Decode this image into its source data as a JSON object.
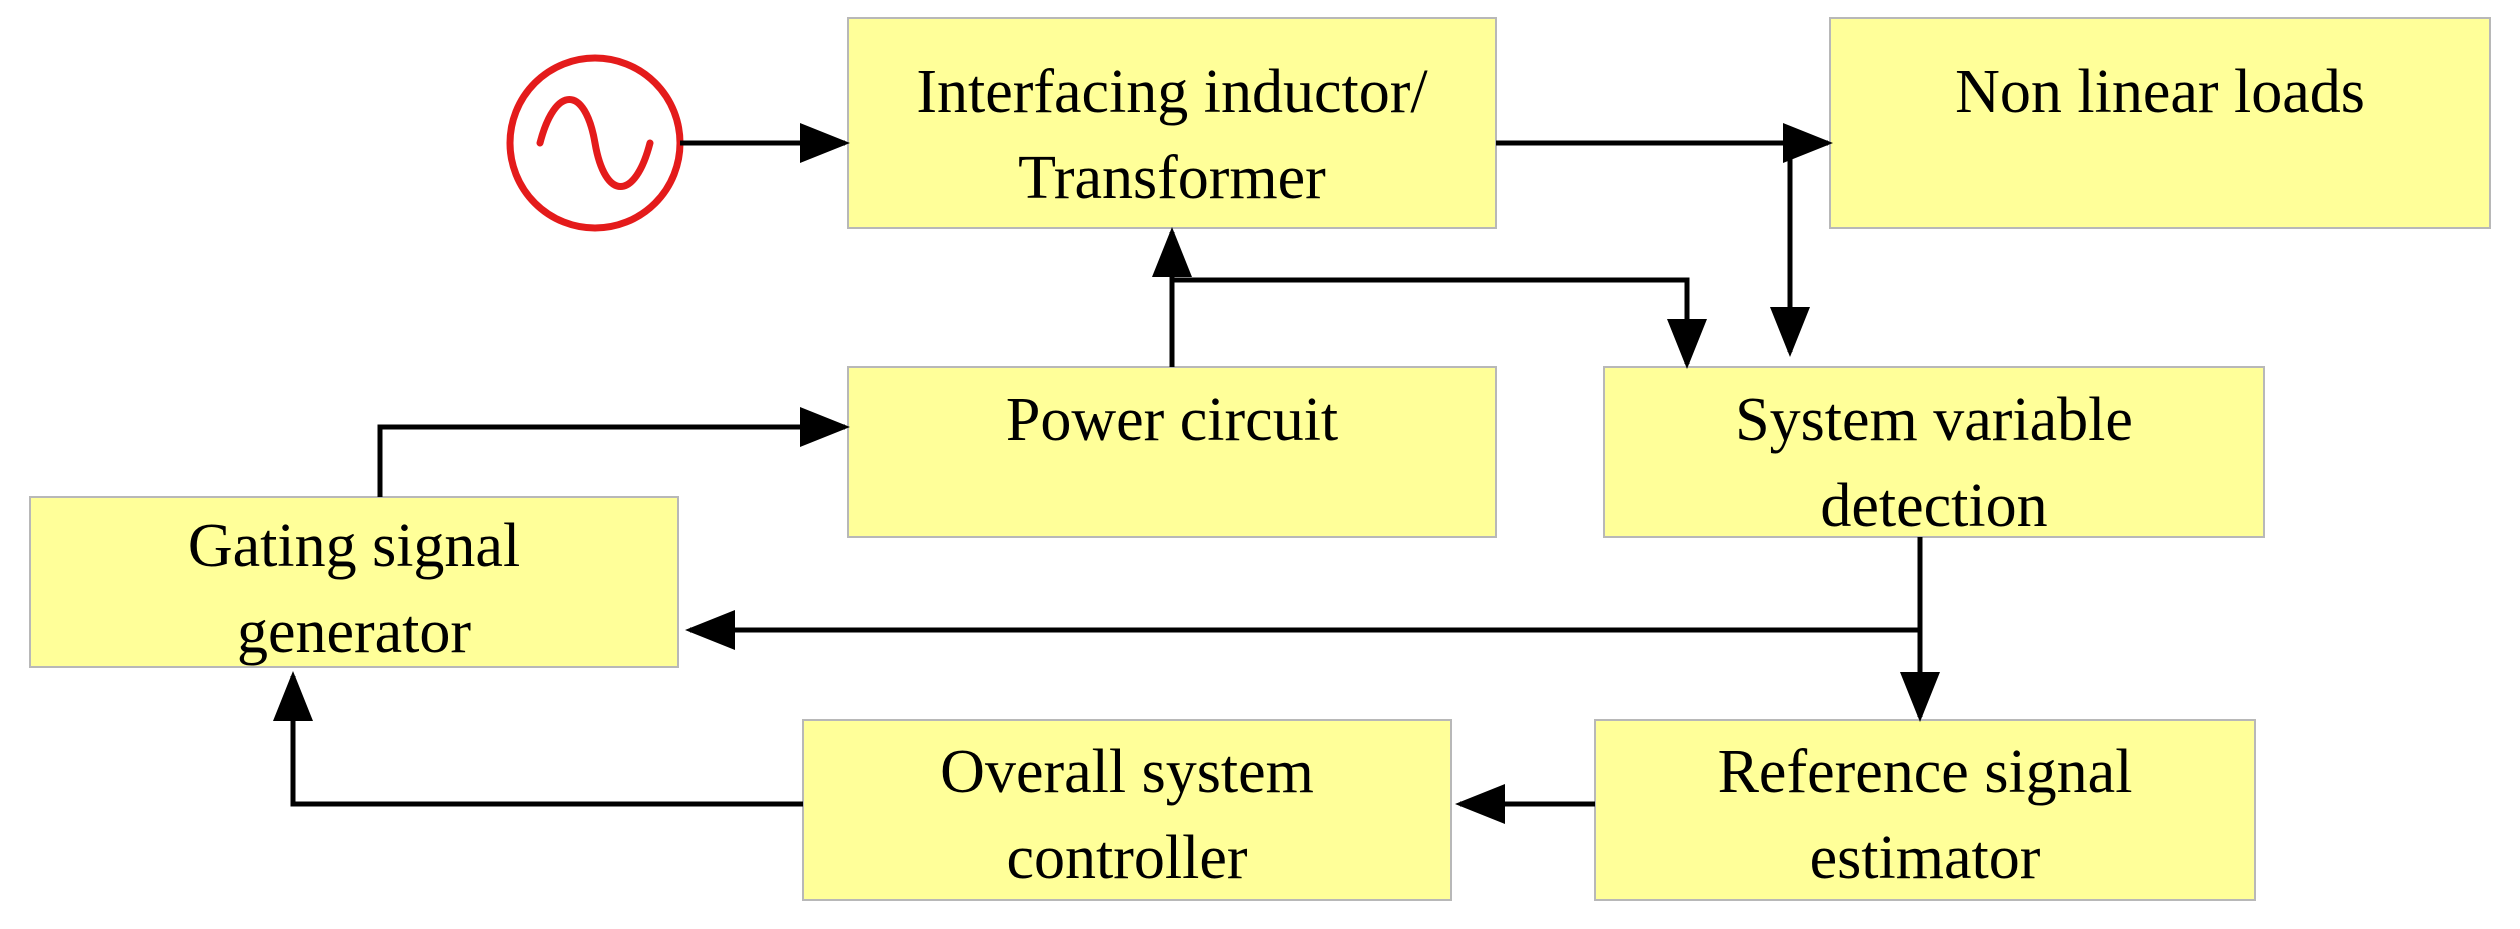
{
  "colors": {
    "box_fill": "#ffff99",
    "box_border": "#b8b8b8",
    "source": "#e41b1b",
    "wire": "#000000"
  },
  "source": {
    "icon": "ac-source-icon"
  },
  "blocks": {
    "interfacing": {
      "line1": "Interfacing inductor/",
      "line2": "Transformer"
    },
    "loads": {
      "line1": "Non linear loads"
    },
    "power": {
      "line1": "Power circuit"
    },
    "detection": {
      "line1": "System variable",
      "line2": "detection"
    },
    "gating": {
      "line1": "Gating signal",
      "line2": "generator"
    },
    "controller": {
      "line1": "Overall system",
      "line2": "controller"
    },
    "reference": {
      "line1": "Reference signal",
      "line2": "estimator"
    }
  }
}
